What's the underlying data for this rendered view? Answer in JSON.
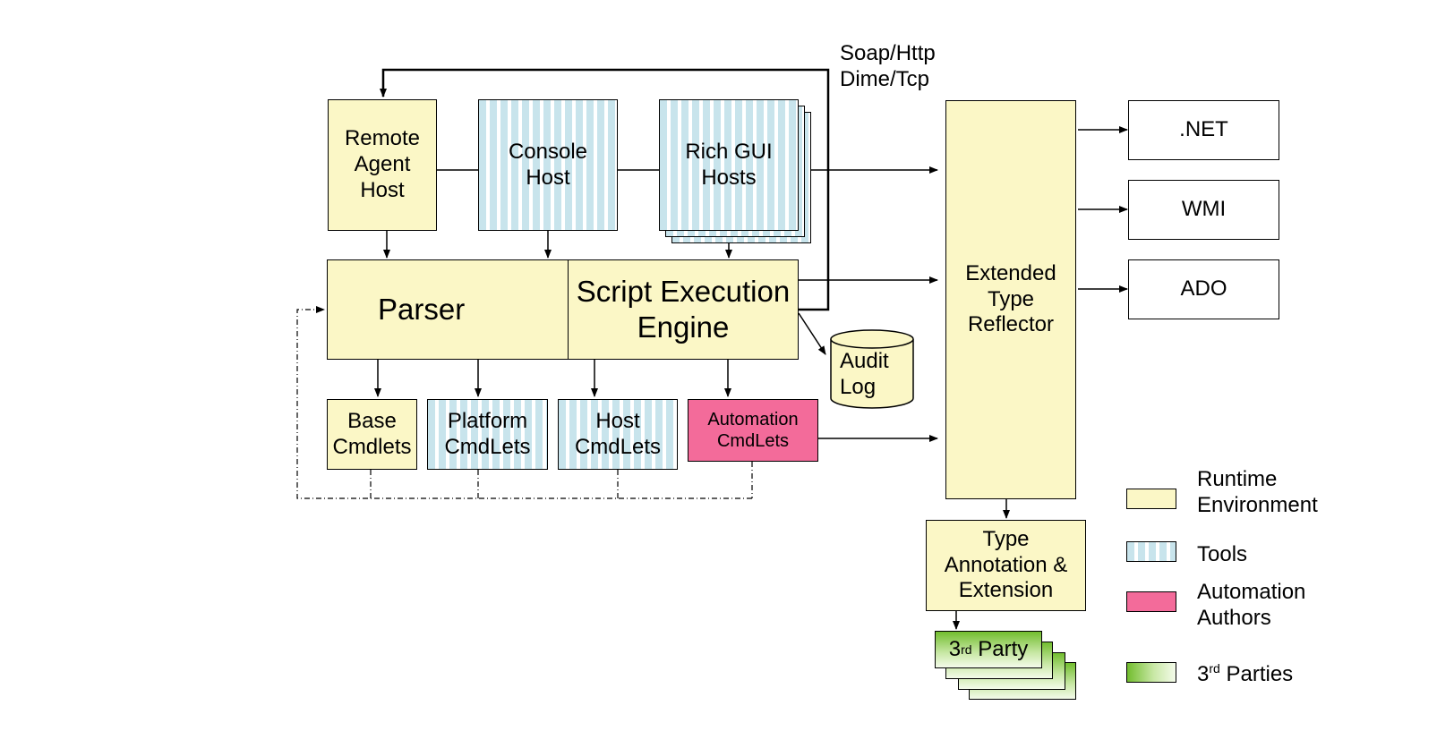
{
  "protocols": {
    "line1": "Soap/Http",
    "line2": "Dime/Tcp"
  },
  "nodes": {
    "remote_agent_host": [
      "Remote",
      "Agent",
      "Host"
    ],
    "console_host": [
      "Console",
      "Host"
    ],
    "rich_gui_hosts": [
      "Rich GUI",
      "Hosts"
    ],
    "parser": "Parser",
    "script_engine": [
      "Script Execution",
      "Engine"
    ],
    "audit_log": [
      "Audit",
      "Log"
    ],
    "base_cmdlets": [
      "Base",
      "Cmdlets"
    ],
    "platform_cmdlets": [
      "Platform",
      "CmdLets"
    ],
    "host_cmdlets": [
      "Host",
      "CmdLets"
    ],
    "automation_cmdlets": [
      "Automation",
      "CmdLets"
    ],
    "extended_type_reflector": [
      "Extended",
      "Type",
      "Reflector"
    ],
    "type_annotation": [
      "Type",
      "Annotation &",
      "Extension"
    ],
    "third_party": {
      "base": "3",
      "sup": "rd",
      "rest": " Party"
    },
    "dotnet": ".NET",
    "wmi": "WMI",
    "ado": "ADO"
  },
  "legend": [
    {
      "label": [
        "Runtime",
        "Environment"
      ],
      "kind": "runtime"
    },
    {
      "label": [
        "Tools"
      ],
      "kind": "tools"
    },
    {
      "label": [
        "Automation",
        "Authors"
      ],
      "kind": "automation"
    },
    {
      "label": {
        "base": "3",
        "sup": "rd",
        "rest": " Parties"
      },
      "kind": "third"
    }
  ],
  "colors": {
    "runtime": "#fbf7c6",
    "tools_stripe": "#c8e4ec",
    "automation": "#f36b9a",
    "third_party": "#72bd2e"
  }
}
